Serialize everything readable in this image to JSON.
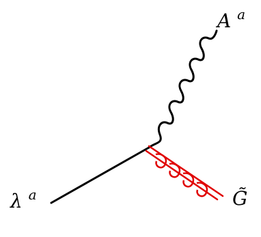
{
  "diagram": {
    "labels": {
      "gauge_boson": {
        "base": "A",
        "sup": "a"
      },
      "gaugino": {
        "base": "λ",
        "sup": "a"
      },
      "gravitino": {
        "base": "G̃"
      }
    },
    "lines": {
      "gaugino": {
        "style": "solid",
        "color": "#000000"
      },
      "gauge_boson": {
        "style": "wavy",
        "color": "#000000"
      },
      "gravitino": {
        "style": "curly-double",
        "color": "#e00000"
      }
    }
  }
}
